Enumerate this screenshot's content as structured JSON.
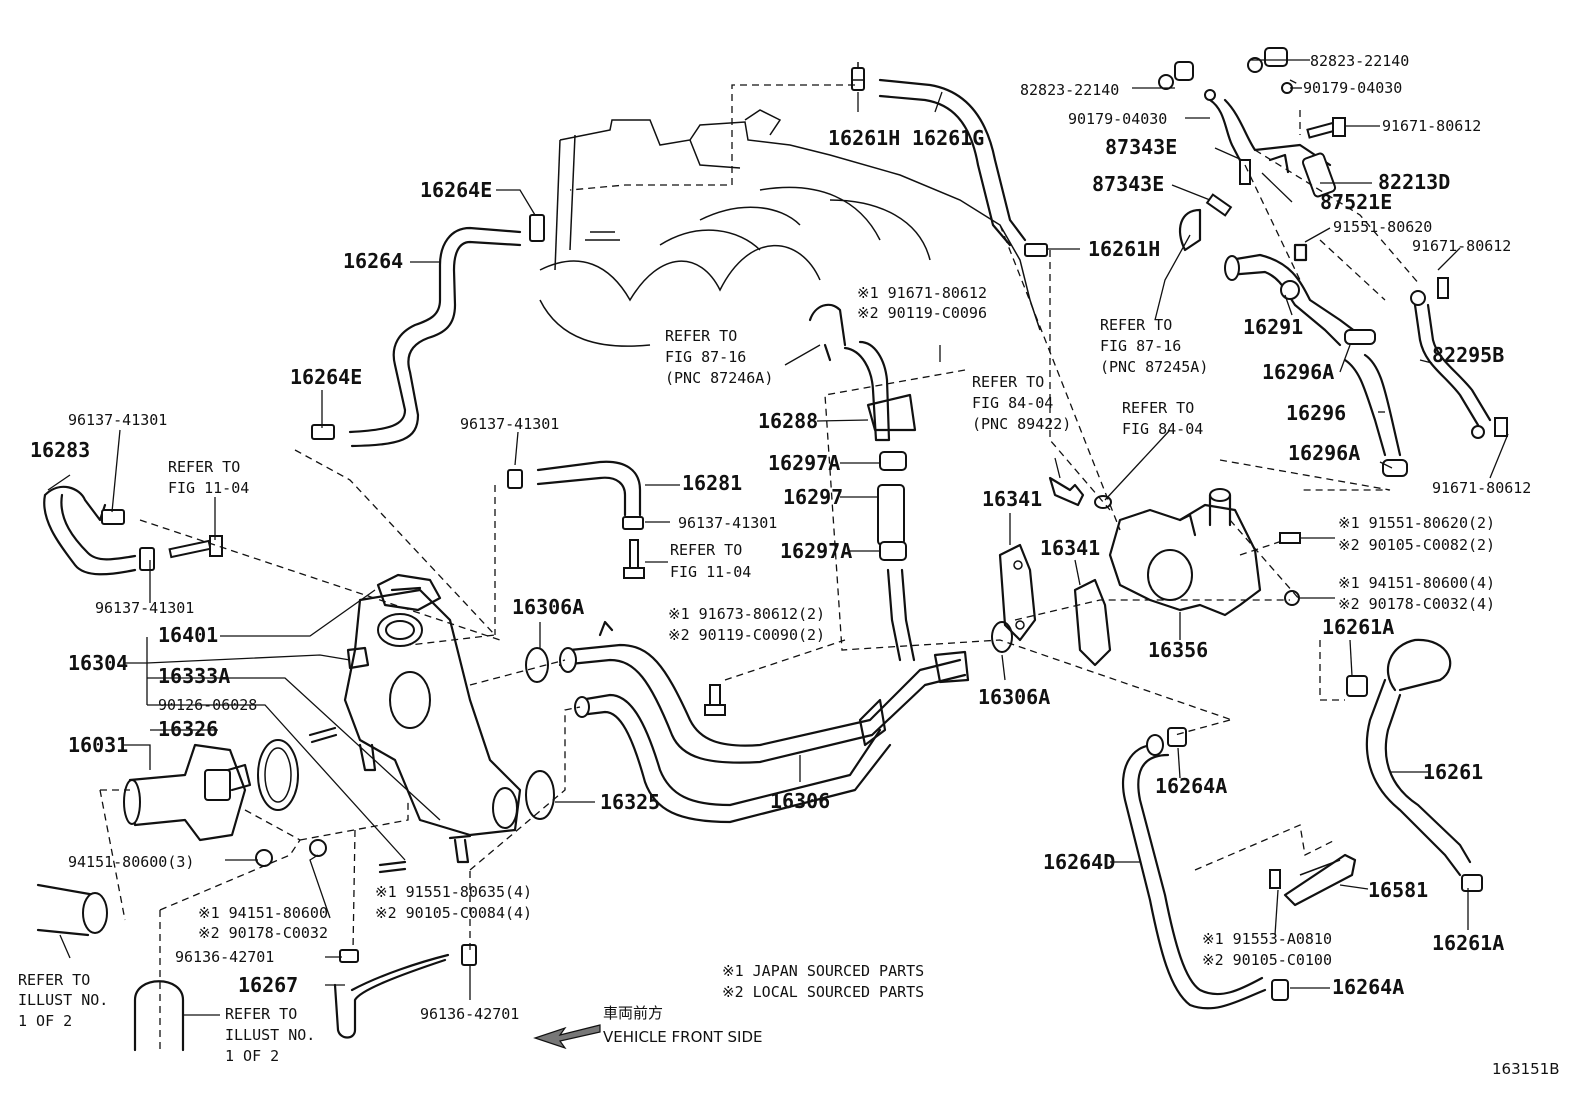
{
  "labels": {
    "p16261H_top": "16261H",
    "p16261G": "16261G",
    "p82823_top": "82823-22140",
    "p82823_left": "82823-22140",
    "p90179_right": "90179-04030",
    "p90179_left": "90179-04030",
    "p91671_top": "91671-80612",
    "p87343E_a": "87343E",
    "p82213D": "82213D",
    "p87343E_b": "87343E",
    "p87521E": "87521E",
    "p91551_80620": "91551-80620",
    "p91671_mid": "91671-80612",
    "p16264E_top": "16264E",
    "p16261H_mid": "16261H",
    "p16264": "16264",
    "ref_8716_a_1": "REFER TO",
    "ref_8716_a_2": "FIG 87-16",
    "ref_8716_a_3": "(PNC 87246A)",
    "note_91671_c096_1": "※1 91671-80612",
    "note_91671_c096_2": "※2 90119-C0096",
    "ref_8716_b_1": "REFER TO",
    "ref_8716_b_2": "FIG 87-16",
    "ref_8716_b_3": "(PNC 87245A)",
    "p16291": "16291",
    "p16296A_top": "16296A",
    "p82295B": "82295B",
    "p16264E_mid": "16264E",
    "ref_8404_a_1": "REFER TO",
    "ref_8404_a_2": "FIG 84-04",
    "ref_8404_a_3": "(PNC 89422)",
    "ref_8404_b_1": "REFER TO",
    "ref_8404_b_2": "FIG 84-04",
    "p16296": "16296",
    "p96137_a": "96137-41301",
    "p96137_b": "96137-41301",
    "p16288": "16288",
    "p16283": "16283",
    "ref_1104_a_1": "REFER TO",
    "ref_1104_a_2": "FIG 11-04",
    "p16281": "16281",
    "p16297A_top": "16297A",
    "p16296A_bot": "16296A",
    "p91671_bot": "91671-80612",
    "p16297": "16297",
    "p16341_a": "16341",
    "p96137_c": "96137-41301",
    "ref_1104_b_1": "REFER TO",
    "ref_1104_b_2": "FIG 11-04",
    "p16341_b": "16341",
    "note_91551_0082_1": "※1 91551-80620(2)",
    "note_91551_0082_2": "※2 90105-C0082(2)",
    "p16297A_bot": "16297A",
    "p96137_d": "96137-41301",
    "note_94151_0032_1": "※1 94151-80600(4)",
    "note_94151_0032_2": "※2 90178-C0032(4)",
    "p16306A_top": "16306A",
    "note_91673_1": "※1 91673-80612(2)",
    "note_91673_2": "※2 90119-C0090(2)",
    "p16261A_top": "16261A",
    "p16401": "16401",
    "p16304": "16304",
    "p16356": "16356",
    "p16333A": "16333A",
    "p16306A_bot": "16306A",
    "p90126": "90126-06028",
    "p16031": "16031",
    "p16326": "16326",
    "p16261": "16261",
    "p16264A_top": "16264A",
    "p16325": "16325",
    "p16306": "16306",
    "p16264D": "16264D",
    "p94151_3": "94151-80600(3)",
    "p16581": "16581",
    "note_91551_0084_1": "※1 91551-80635(4)",
    "note_91551_0084_2": "※2 90105-C0084(4)",
    "note_94151_c0032_1": "※1 94151-80600",
    "note_94151_c0032_2": "※2 90178-C0032",
    "p16261A_bot": "16261A",
    "note_91553_1": "※1 91553-A0810",
    "note_91553_2": "※2 90105-C0100",
    "p96136_a": "96136-42701",
    "p16267": "16267",
    "legend_1": "※1 JAPAN SOURCED PARTS",
    "legend_2": "※2 LOCAL SOURCED PARTS",
    "p16264A_bot": "16264A",
    "ref_illust_a_1": "REFER TO",
    "ref_illust_a_2": "ILLUST NO.",
    "ref_illust_a_3": "1 OF 2",
    "ref_illust_b_1": "REFER TO",
    "ref_illust_b_2": "ILLUST NO.",
    "ref_illust_b_3": "1 OF 2",
    "p96136_b": "96136-42701",
    "front_jp": "車両前方",
    "front_en": "VEHICLE FRONT SIDE",
    "diagram_id": "163151B"
  }
}
